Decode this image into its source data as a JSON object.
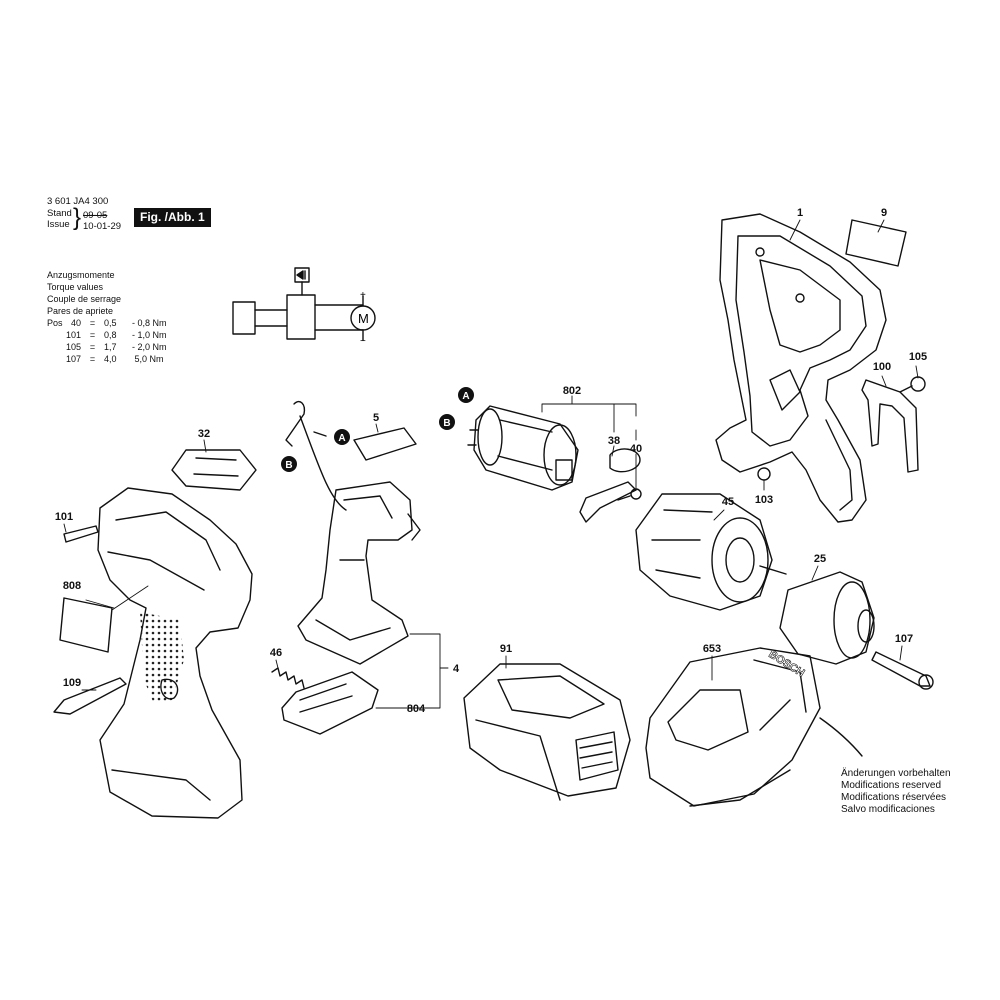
{
  "header": {
    "article_number": "3 601 JA4 300",
    "stand_label": "Stand",
    "issue_label": "Issue",
    "stand_date": "09-05",
    "issue_date": "10-01-29",
    "figure_badge": "Fig. /Abb. 1"
  },
  "torque": {
    "titles": [
      "Anzugsmomente",
      "Torque values",
      "Couple de serrage",
      "Pares de apriete"
    ],
    "pos_label": "Pos",
    "rows": [
      {
        "pos": "40",
        "eq": "=",
        "min": "0,5",
        "sep": "-",
        "max": "0,8 Nm"
      },
      {
        "pos": "101",
        "eq": "=",
        "min": "0,8",
        "sep": "-",
        "max": "1,0 Nm"
      },
      {
        "pos": "105",
        "eq": "=",
        "min": "1,7",
        "sep": "-",
        "max": "2,0 Nm"
      },
      {
        "pos": "107",
        "eq": "=",
        "min": "4,0",
        "sep": "",
        "max": "5,0 Nm"
      }
    ]
  },
  "circuit": {
    "motor_label": "M",
    "plus": "+",
    "minus": "−"
  },
  "part_numbers": {
    "p1": "1",
    "p9": "9",
    "p100": "100",
    "p105": "105",
    "p103": "103",
    "p802": "802",
    "p38": "38",
    "p40": "40",
    "p45": "45",
    "p25": "25",
    "p107": "107",
    "p32": "32",
    "p5": "5",
    "p101": "101",
    "p808": "808",
    "p109": "109",
    "p46": "46",
    "p4": "4",
    "p804": "804",
    "p91": "91",
    "p653": "653"
  },
  "markers": {
    "a": "A",
    "b": "B"
  },
  "charger_brand": "BOSCH",
  "notes": [
    "Änderungen vorbehalten",
    "Modifications reserved",
    "Modifications réservées",
    "Salvo modificaciones"
  ]
}
